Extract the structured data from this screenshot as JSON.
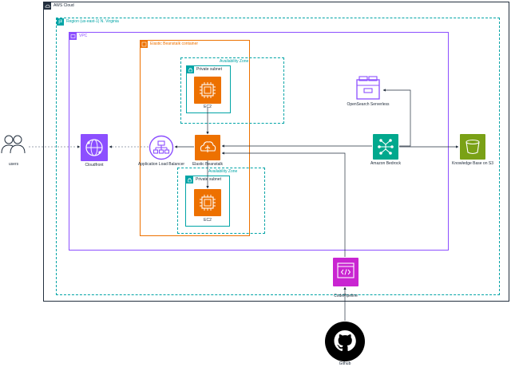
{
  "groups": {
    "aws_cloud": "AWS Cloud",
    "region": "Region (us-east-1) N. Virginia",
    "vpc": "VPC",
    "eb_container": "Elastic Beanstalk container",
    "az_top": "Availability Zone",
    "private_top": "Private subnet",
    "az_bottom": "Availability Zone",
    "private_bottom": "Private subnet"
  },
  "nodes": {
    "users": "users",
    "cloudfront": "Cloudfront",
    "alb": "Application Load Balancer",
    "beanstalk": "Elastic Beanstalk",
    "ec2_top": "EC2",
    "ec2_bottom": "EC2",
    "opensearch": "OpenSearch Serverless",
    "bedrock": "Amazon Bedrock",
    "s3": "Knowledge Base on S3",
    "codepipeline": "CodePipeline",
    "github": "Github"
  },
  "colors": {
    "aws_cloud_border": "#232f3e",
    "region_border": "#00a4a6",
    "vpc_border": "#8c4fff",
    "eb_border": "#ed7100",
    "az_border": "#00a4a6",
    "compute": "#ed7100",
    "cloudfront": "#8c4fff",
    "alb": "#8c4fff",
    "opensearch": "#8c4fff",
    "bedrock": "#01a88d",
    "s3": "#7aa116",
    "codepipeline": "#c925d1",
    "github": "#000000"
  }
}
